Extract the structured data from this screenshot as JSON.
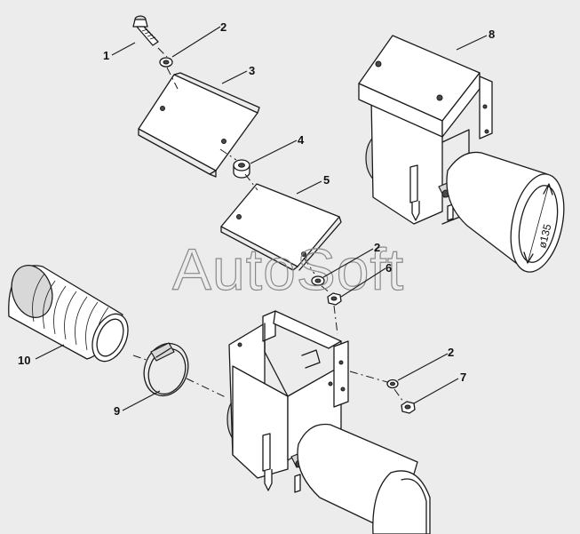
{
  "watermark": "AutoSoft",
  "diameter_label": "ø135",
  "callouts": [
    {
      "id": "c1",
      "label": "1"
    },
    {
      "id": "c2a",
      "label": "2"
    },
    {
      "id": "c3",
      "label": "3"
    },
    {
      "id": "c4",
      "label": "4"
    },
    {
      "id": "c5",
      "label": "5"
    },
    {
      "id": "c2b",
      "label": "2"
    },
    {
      "id": "c6",
      "label": "6"
    },
    {
      "id": "c8",
      "label": "8"
    },
    {
      "id": "c10",
      "label": "10"
    },
    {
      "id": "c9",
      "label": "9"
    },
    {
      "id": "c2c",
      "label": "2"
    },
    {
      "id": "c7",
      "label": "7"
    }
  ]
}
